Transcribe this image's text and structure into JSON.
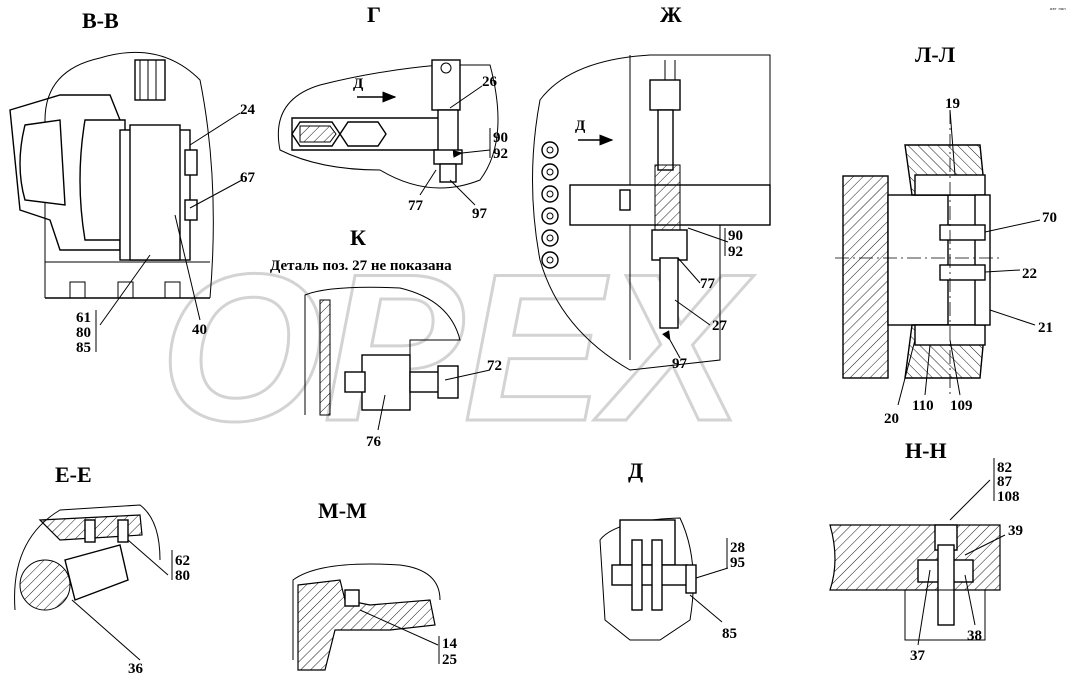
{
  "watermark": {
    "text": "OPEX"
  },
  "corner_mark": "ᵒᵉʳ ⁿᵒⁿ",
  "views": {
    "bb": {
      "title": "В-В",
      "labels": {
        "p24": "24",
        "p67": "67",
        "p40": "40",
        "p61": "61",
        "p80": "80",
        "p85": "85"
      }
    },
    "g": {
      "title": "Г",
      "arrow_label": "Д",
      "labels": {
        "p26": "26",
        "p90": "90",
        "p92": "92",
        "p77": "77",
        "p97": "97"
      }
    },
    "zh": {
      "title": "Ж",
      "arrow_label": "Д",
      "labels": {
        "p90": "90",
        "p92": "92",
        "p77": "77",
        "p27": "27",
        "p97": "97"
      }
    },
    "ll": {
      "title": "Л-Л",
      "labels": {
        "p19": "19",
        "p70": "70",
        "p22": "22",
        "p21": "21",
        "p20": "20",
        "p110": "110",
        "p109": "109"
      }
    },
    "k": {
      "title": "К",
      "note": "Деталь поз. 27 не показана",
      "labels": {
        "p72": "72",
        "p76": "76"
      }
    },
    "ee": {
      "title": "Е-Е",
      "labels": {
        "p62": "62",
        "p80": "80",
        "p36": "36"
      }
    },
    "mm": {
      "title": "М-М",
      "labels": {
        "p14": "14",
        "p25": "25"
      }
    },
    "d": {
      "title": "Д",
      "labels": {
        "p28": "28",
        "p95": "95",
        "p85": "85"
      }
    },
    "nn": {
      "title": "Н-Н",
      "labels": {
        "p82": "82",
        "p87": "87",
        "p108": "108",
        "p39": "39",
        "p37": "37",
        "p38": "38"
      }
    }
  }
}
